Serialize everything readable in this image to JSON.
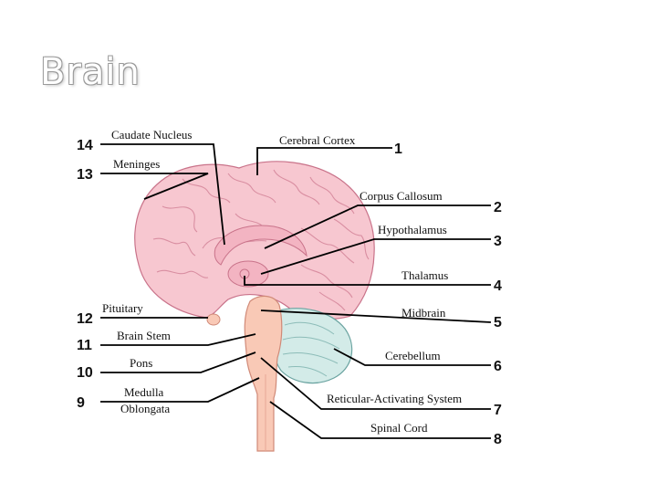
{
  "slide": {
    "title": "Brain"
  },
  "diagram": {
    "labels": [
      {
        "num": "1",
        "text": "Cerebral Cortex"
      },
      {
        "num": "2",
        "text": "Corpus Callosum"
      },
      {
        "num": "3",
        "text": "Hypothalamus"
      },
      {
        "num": "4",
        "text": "Thalamus"
      },
      {
        "num": "5",
        "text": "Midbrain"
      },
      {
        "num": "6",
        "text": "Cerebellum"
      },
      {
        "num": "7",
        "text": "Reticular-Activating System"
      },
      {
        "num": "8",
        "text": "Spinal Cord"
      },
      {
        "num": "9",
        "text": "Medulla",
        "text2": "Oblongata"
      },
      {
        "num": "10",
        "text": "Pons"
      },
      {
        "num": "11",
        "text": "Brain Stem"
      },
      {
        "num": "12",
        "text": "Pituitary"
      },
      {
        "num": "13",
        "text": "Meninges"
      },
      {
        "num": "14",
        "text": "Caudate Nucleus"
      }
    ],
    "colors": {
      "cortex": "#f7c7d0",
      "cortex_stroke": "#c9738a",
      "brainstem": "#f9c9b6",
      "brainstem_stroke": "#d08a78",
      "cerebellum": "#d3ebe8",
      "cerebellum_stroke": "#6aa3a0"
    }
  }
}
